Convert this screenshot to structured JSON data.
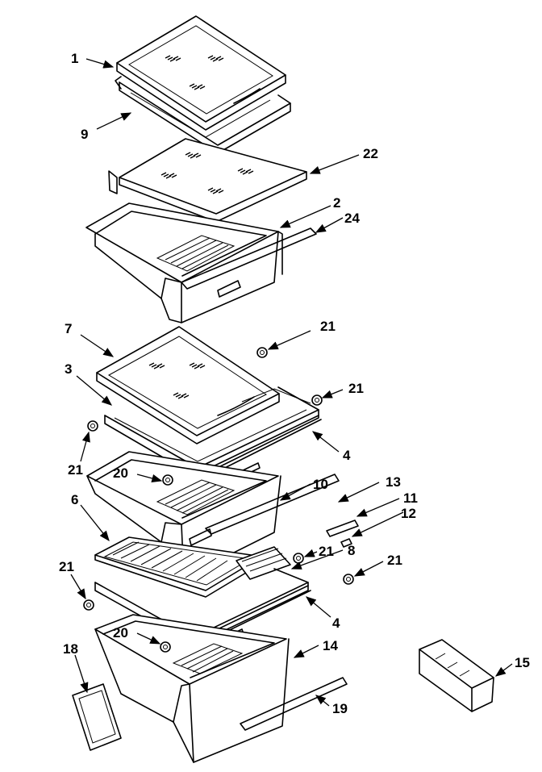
{
  "callouts": {
    "c1": "1",
    "c9": "9",
    "c22": "22",
    "c2": "2",
    "c24": "24",
    "c7": "7",
    "c21a": "21",
    "c3": "3",
    "c21b": "21",
    "c21c": "21",
    "c4a": "4",
    "c20a": "20",
    "c10": "10",
    "c13": "13",
    "c11": "11",
    "c6": "6",
    "c12": "12",
    "c21d": "21",
    "c8": "8",
    "c21e": "21",
    "c21f": "21",
    "c4b": "4",
    "c20b": "20",
    "c18": "18",
    "c14": "14",
    "c15": "15",
    "c19": "19"
  }
}
